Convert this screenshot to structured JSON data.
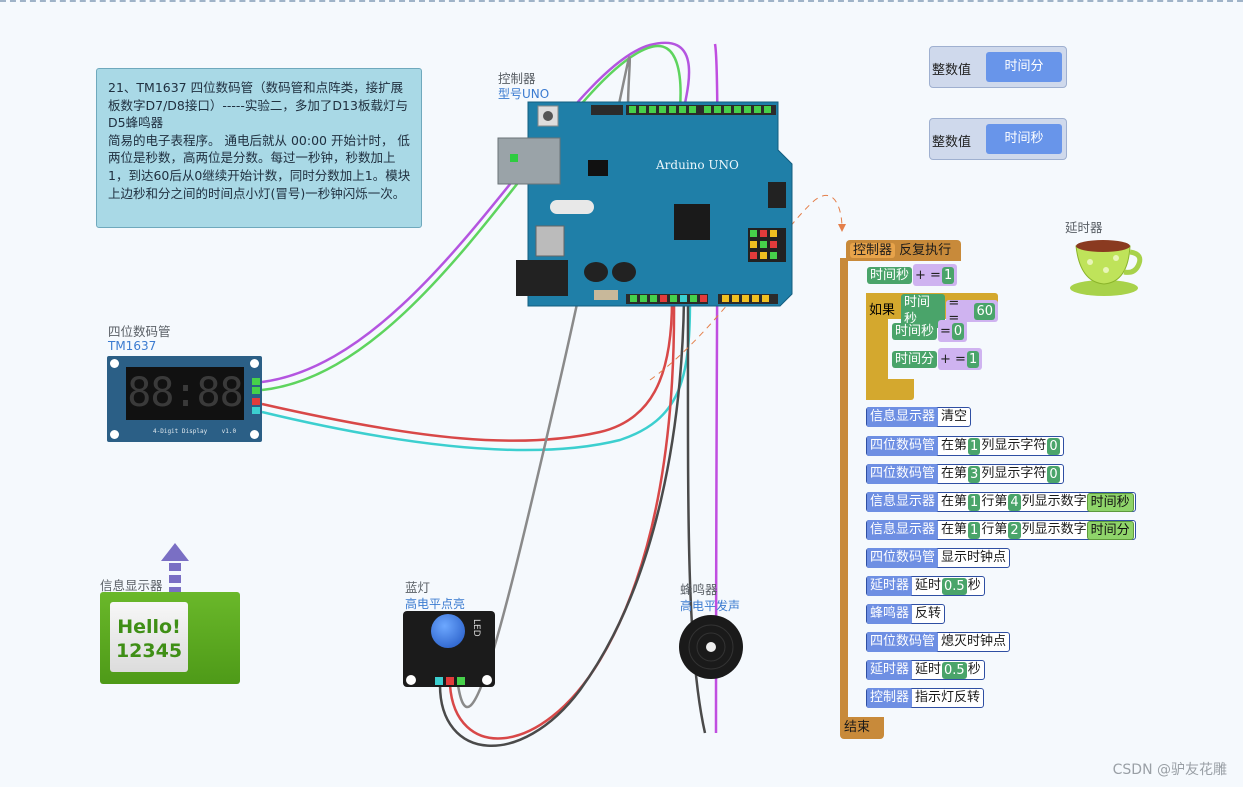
{
  "note": {
    "text": "21、TM1637 四位数码管（数码管和点阵类，接扩展板数字D7/D8接口）-----实验二，多加了D13板载灯与D5蜂鸣器\n简易的电子表程序。 通电后就从 00:00 开始计时， 低两位是秒数，高两位是分数。每过一秒钟，秒数加上1，到达60后从0继续开始计数，同时分数加上1。模块上边秒和分之间的时间点小灯(冒号)一秒钟闪烁一次。"
  },
  "controller": {
    "label": "控制器",
    "model": "型号UNO",
    "board_text": "Arduino UNO"
  },
  "display4": {
    "label": "四位数码管",
    "model": "TM1637",
    "digits": "88:88",
    "caption": "4-Digit Display    v1.0"
  },
  "info_display": {
    "label": "信息显示器",
    "line1": "Hello!",
    "line2": "12345"
  },
  "led": {
    "label": "蓝灯",
    "desc": "高电平点亮",
    "pcb_text": "LED"
  },
  "buzzer": {
    "label": "蜂鸣器",
    "desc": "高电平发声"
  },
  "timer": {
    "label": "延时器"
  },
  "vars": [
    {
      "kind": "整数值",
      "name": "时间分"
    },
    {
      "kind": "整数值",
      "name": "时间秒"
    }
  ],
  "program": {
    "hat_device": "控制器",
    "hat_label": "反复执行",
    "line1": {
      "var": "时间秒",
      "op": "+ =",
      "val": "1"
    },
    "if_label": "如果",
    "if_cond": {
      "var": "时间秒",
      "op": "= =",
      "val": "60"
    },
    "if_body": [
      {
        "var": "时间秒",
        "op": "=",
        "val": "0"
      },
      {
        "var": "时间分",
        "op": "+ =",
        "val": "1"
      }
    ],
    "cmds": [
      {
        "dev": "信息显示器",
        "text": "清空"
      },
      {
        "dev": "四位数码管",
        "pre": "在第",
        "n": "1",
        "post": "列显示字符",
        "arg": "0"
      },
      {
        "dev": "四位数码管",
        "pre": "在第",
        "n": "3",
        "post": "列显示字符",
        "arg": "0"
      },
      {
        "dev": "信息显示器",
        "pre": "在第",
        "n": "1",
        "mid": "行第",
        "n2": "4",
        "post": "列显示数字",
        "var": "时间秒"
      },
      {
        "dev": "信息显示器",
        "pre": "在第",
        "n": "1",
        "mid": "行第",
        "n2": "2",
        "post": "列显示数字",
        "var": "时间分"
      },
      {
        "dev": "四位数码管",
        "text": "显示时钟点"
      },
      {
        "dev": "延时器",
        "pre": "延时",
        "n": "0.5",
        "post": "秒"
      },
      {
        "dev": "蜂鸣器",
        "text": "反转"
      },
      {
        "dev": "四位数码管",
        "text": "熄灭时钟点"
      },
      {
        "dev": "延时器",
        "pre": "延时",
        "n": "0.5",
        "post": "秒"
      },
      {
        "dev": "控制器",
        "text": "指示灯反转"
      }
    ],
    "end_label": "结束"
  },
  "watermark": "CSDN @驴友花雕",
  "colors": {
    "board": "#1f7fa8",
    "block_orange": "#c88a3a",
    "device_blue": "#6e8fe3",
    "number_green": "#4aa46a",
    "var_blue": "#6895ea"
  }
}
